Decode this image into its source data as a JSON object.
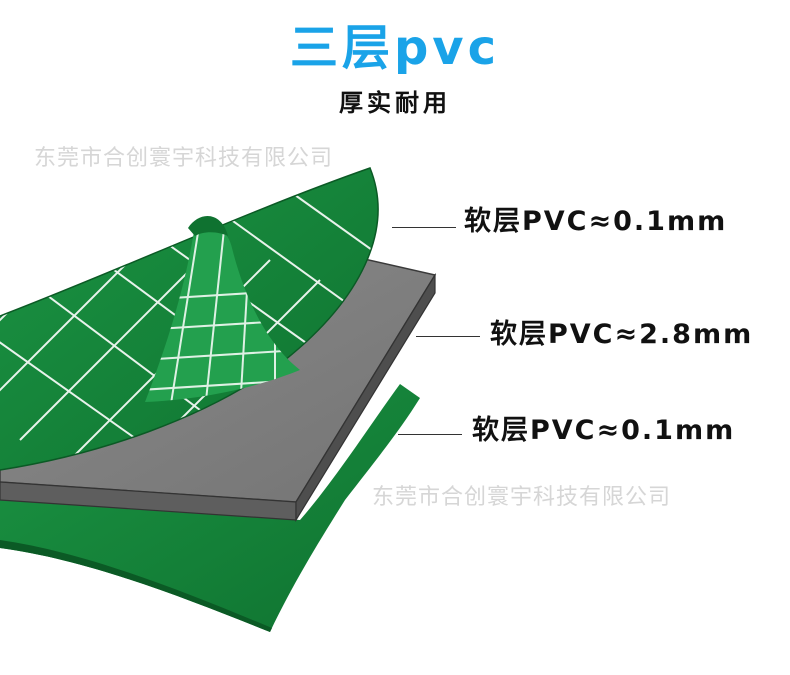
{
  "header": {
    "title": "三层pvc",
    "subtitle": "厚实耐用"
  },
  "watermark": {
    "text": "东莞市合创寰宇科技有限公司"
  },
  "layers": [
    {
      "label": "软层PVC≈0.1mm"
    },
    {
      "label": "软层PVC≈2.8mm"
    },
    {
      "label": "软层PVC≈0.1mm"
    }
  ],
  "colors": {
    "title": "#1aa3e8",
    "green_layer": "#16853a",
    "gray_layer": "#7f7f7f",
    "grid_lines": "#ffffff",
    "watermark": "#d6d6d6"
  }
}
